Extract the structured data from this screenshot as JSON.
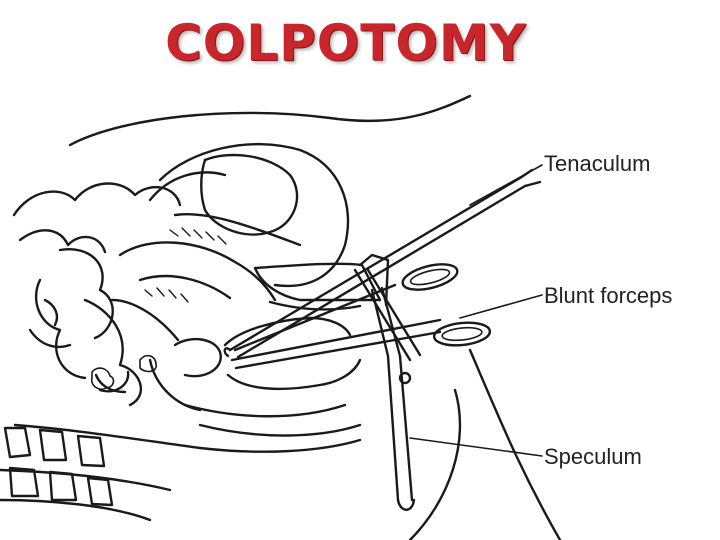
{
  "slide": {
    "title": "COLPOTOMY",
    "title_color": "#c8262b"
  },
  "diagram": {
    "labels": [
      {
        "id": "tenaculum",
        "text": "Tenaculum"
      },
      {
        "id": "blunt-forceps",
        "text": "Blunt forceps"
      },
      {
        "id": "speculum",
        "text": "Speculum"
      }
    ],
    "line_color": "#1a1a1a"
  }
}
